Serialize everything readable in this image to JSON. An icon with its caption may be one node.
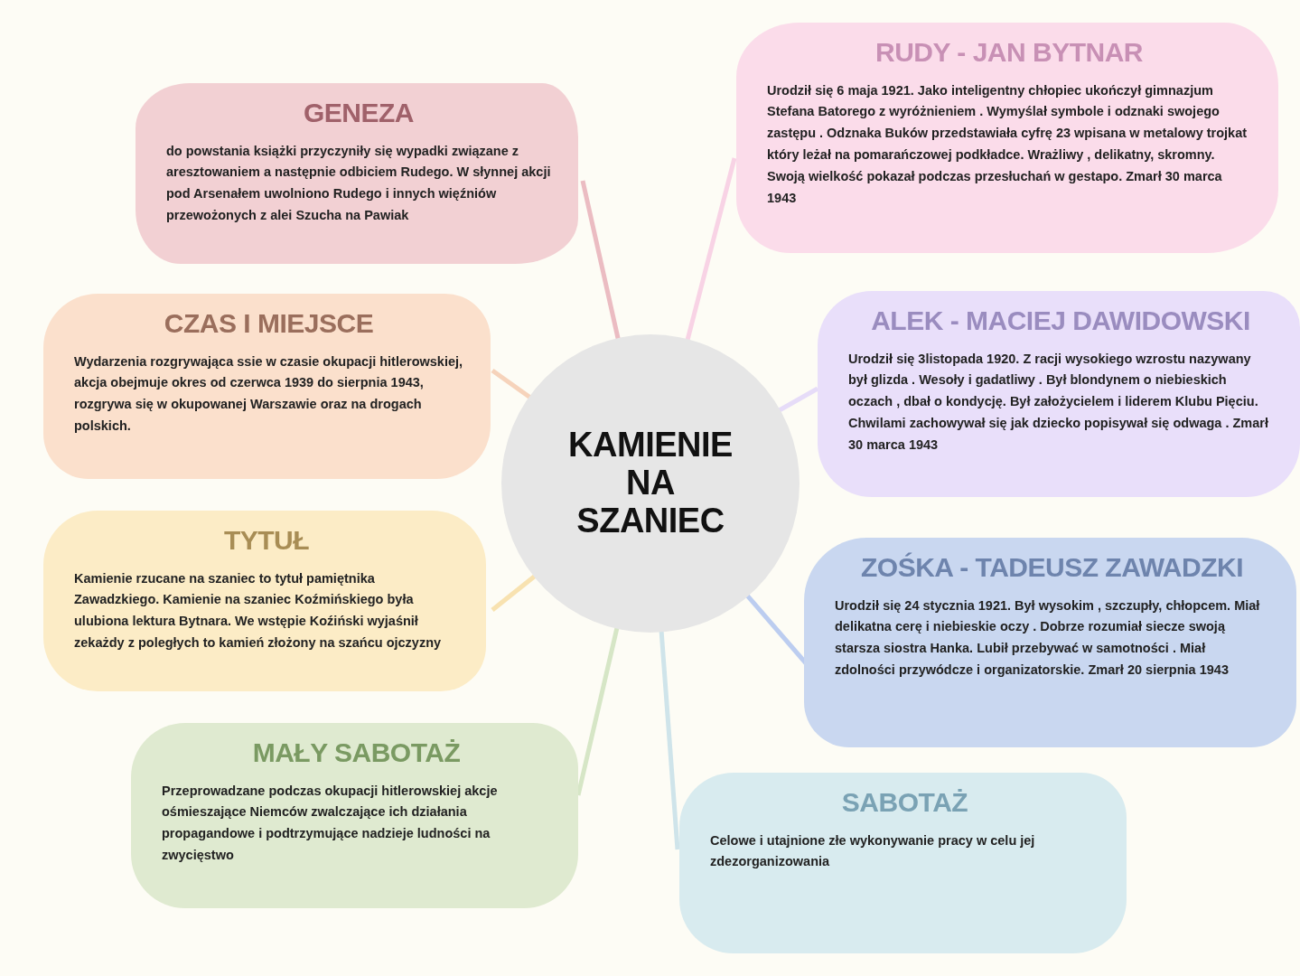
{
  "diagram": {
    "nodes": [
      {
        "text": [
          "KAMIENIE NA SZANIEC"
        ]
      },
      {
        "text": [
          "GENEZA",
          "do powstania książki przyczyniły się wypadki związane z aresztowaniem a następnie odbiciem Rudego. W słynnej akcji pod Arsenałem uwolniono Rudego i innych więźniów przewożonych z alei Szucha na Pawiak"
        ]
      },
      {
        "text": [
          "RUDY - JAN BYTNAR",
          "Urodził się 6 maja 1921. Jako inteligentny chłopiec ukończył gimnazjum Stefana Batorego z wyróżnieniem . Wymyślał symbole i odznaki swojego zastępu . Odznaka Buków przedstawiała cyfrę 23 wpisana w metalowy trojkat który leżał na pomarańczowej podkładce. Wrażliwy , delikatny, skromny. Swoją wielkość pokazał podczas przesłuchań w gestapo. Zmarł 30 marca 1943"
        ]
      },
      {
        "text": [
          "CZAS I MIEJSCE",
          "Wydarzenia rozgrywająca ssie w czasie okupacji hitlerowskiej, akcja obejmuje okres od czerwca 1939 do sierpnia 1943, rozgrywa się w okupowanej Warszawie oraz na drogach polskich."
        ]
      },
      {
        "text": [
          "ALEK - MACIEJ DAWIDOWSKI",
          "Urodził się 3listopada 1920. Z racji wysokiego wzrostu nazywany był glizda . Wesoły i gadatliwy . Był blondynem o niebieskich oczach , dbał o kondycję. Był założycielem i liderem Klubu Pięciu. Chwilami zachowywał się jak dziecko popisywał się odwaga . Zmarł 30 marca 1943"
        ]
      },
      {
        "text": [
          "TYTUŁ",
          "Kamienie rzucane na szaniec to tytuł pamiętnika Zawadzkiego. Kamienie na szaniec Koźmińskiego była ulubiona lektura Bytnara. We wstępie Koźiński wyjaśnił zekażdy z poległych to kamień złożony na szańcu ojczyzny"
        ]
      },
      {
        "text": [
          "ZOŚKA - TADEUSZ ZAWADZKI",
          "Urodził się 24 stycznia 1921. Był wysokim , szczupły, chłopcem. Miał delikatna cerę i niebieskie oczy . Dobrze rozumiał siecze swoją starsza siostra Hanka. Lubił przebywać w samotności . Miał zdolności przywódcze i organizatorskie. Zmarł 20 sierpnia 1943"
        ]
      },
      {
        "text": [
          "MAŁY SABOTAŻ",
          "Przeprowadzane podczas okupacji hitlerowskiej akcje ośmieszające Niemców zwalczające ich działania propagandowe i podtrzymujące nadzieje ludności na zwycięstwo"
        ]
      },
      {
        "text": [
          "SABOTAŻ",
          "Celowe i utajnione złe wykonywanie pracy w celu jej zdezorganizowania"
        ]
      }
    ],
    "edges": [
      {
        "from": 0,
        "to": 1,
        "arrow": "none",
        "color": "#ebbcc2"
      },
      {
        "from": 0,
        "to": 2,
        "arrow": "none",
        "color": "#f8d3e5"
      },
      {
        "from": 0,
        "to": 3,
        "arrow": "none",
        "color": "#f6d3bb"
      },
      {
        "from": 0,
        "to": 4,
        "arrow": "none",
        "color": "#e6dcf8"
      },
      {
        "from": 0,
        "to": 5,
        "arrow": "none",
        "color": "#f8e2b0"
      },
      {
        "from": 0,
        "to": 6,
        "arrow": "none",
        "color": "#bccdf0"
      },
      {
        "from": 0,
        "to": 7,
        "arrow": "none",
        "color": "#d6e6c6"
      },
      {
        "from": 0,
        "to": 8,
        "arrow": "none",
        "color": "#cfe4ea"
      }
    ]
  }
}
